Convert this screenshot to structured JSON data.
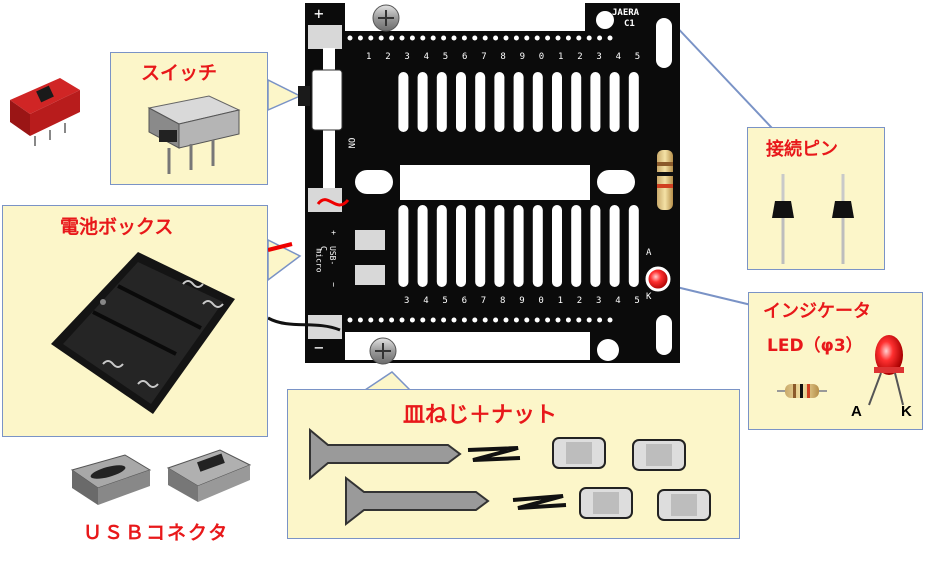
{
  "labels": {
    "switch": "スイッチ",
    "battery_box": "電池ボックス",
    "usb_connector": "ＵＳＢコネクタ",
    "pin_header": "接続ピン",
    "led_line1": "インジケータ",
    "led_line2": "LED（φ3）",
    "screws": "皿ねじ＋ナット",
    "anode": "A",
    "cathode": "K"
  },
  "board": {
    "brand": "JAERA",
    "model": "C1",
    "plus": "+",
    "minus": "−",
    "on_label": "ON",
    "usb_text": [
      "+",
      "USB-C",
      "micro",
      "−"
    ],
    "top_numbers": [
      "1",
      "2",
      "3",
      "4",
      "5",
      "6",
      "7",
      "8",
      "9",
      "0",
      "1",
      "2",
      "3",
      "4",
      "5"
    ],
    "bottom_numbers": [
      "3",
      "4",
      "5",
      "6",
      "7",
      "8",
      "9",
      "0",
      "1",
      "2",
      "3",
      "4",
      "5"
    ],
    "a_mark": "A",
    "k_mark": "K"
  },
  "colors": {
    "callout_fill": "#fcf6c9",
    "callout_border": "#7a93c6",
    "title_red": "#e8181a",
    "board_black": "#0b0b0b"
  },
  "icons": [
    "switch-photo-icon",
    "battery-holder-icon",
    "usb-c-icon",
    "micro-usb-icon",
    "pin-header-icon",
    "led-icon",
    "resistor-icon",
    "flat-screw-icon",
    "spring-icon",
    "nut-icon"
  ]
}
